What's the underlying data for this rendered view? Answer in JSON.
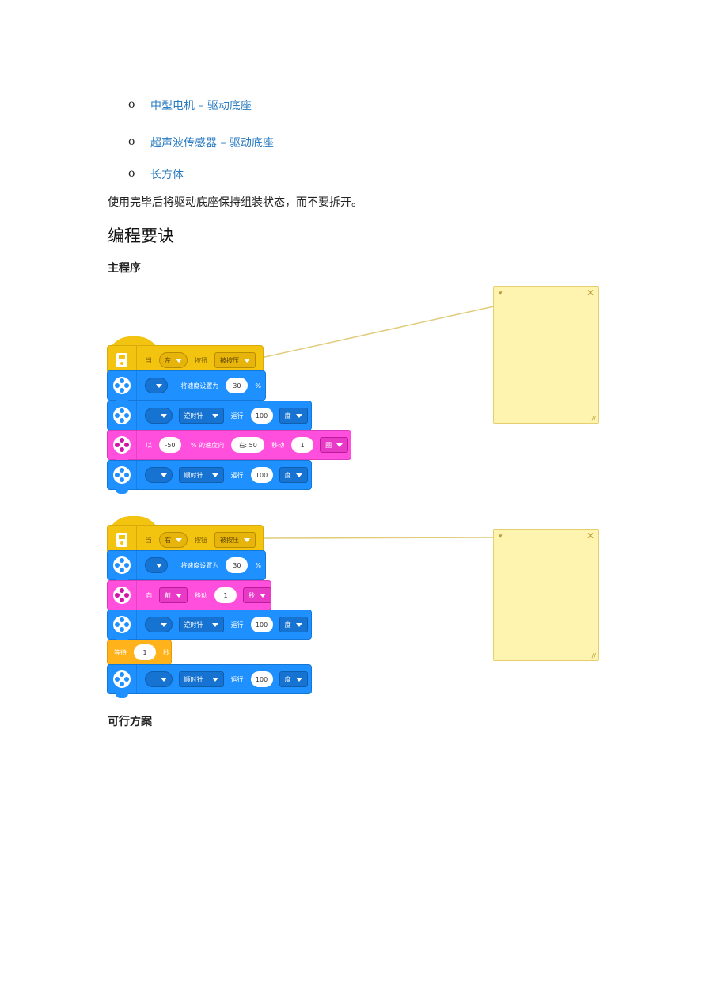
{
  "list": {
    "bullet": "o",
    "items": [
      {
        "label": "中型电机 – 驱动底座"
      },
      {
        "label": "超声波传感器 – 驱动底座"
      },
      {
        "label": "长方体"
      }
    ]
  },
  "paragraph": "使用完毕后将驱动底座保持组装状态，而不要拆开。",
  "heading": "编程要诀",
  "sections": {
    "main_program": "主程序",
    "feasible_plan": "可行方案"
  },
  "program1": {
    "hat": {
      "when": "当",
      "side": "左",
      "button": "按钮",
      "state": "被按压"
    },
    "set_speed": {
      "port": "",
      "label": "将速度设置为",
      "value": "30",
      "unit": "%"
    },
    "run1": {
      "port": "",
      "direction": "逆时针",
      "run": "运行",
      "value": "100",
      "unit": "度"
    },
    "move": {
      "with": "以",
      "speed": "-50",
      "speed_label": "% 的速度向",
      "steer": "右: 50",
      "move_label": "移动",
      "amount": "1",
      "unit": "圈"
    },
    "run2": {
      "port": "",
      "direction": "顺时针",
      "run": "运行",
      "value": "100",
      "unit": "度"
    }
  },
  "program2": {
    "hat": {
      "when": "当",
      "side": "右",
      "button": "按钮",
      "state": "被按压"
    },
    "set_speed": {
      "port": "",
      "label": "将速度设置为",
      "value": "30",
      "unit": "%"
    },
    "move": {
      "dir_label": "向",
      "dir": "前",
      "move_label": "移动",
      "amount": "1",
      "unit": "秒"
    },
    "run1": {
      "port": "",
      "direction": "逆时针",
      "run": "运行",
      "value": "100",
      "unit": "度"
    },
    "wait": {
      "label": "等待",
      "value": "1",
      "unit": "秒"
    },
    "run2": {
      "port": "",
      "direction": "顺时针",
      "run": "运行",
      "value": "100",
      "unit": "度"
    }
  },
  "notes": {
    "collapse_icon": "chevron-down-icon",
    "close_icon": "close-icon",
    "resize_icon": "resize-handle-icon",
    "close_glyph": "✕",
    "resize_glyph": "//",
    "collapse_glyph": "▾"
  },
  "colors": {
    "event": "#f2c30f",
    "motor": "#1e90ff",
    "movement": "#ff4fdc",
    "control": "#ffb21a",
    "note": "#fff3b0",
    "link": "#2b7bc0"
  }
}
